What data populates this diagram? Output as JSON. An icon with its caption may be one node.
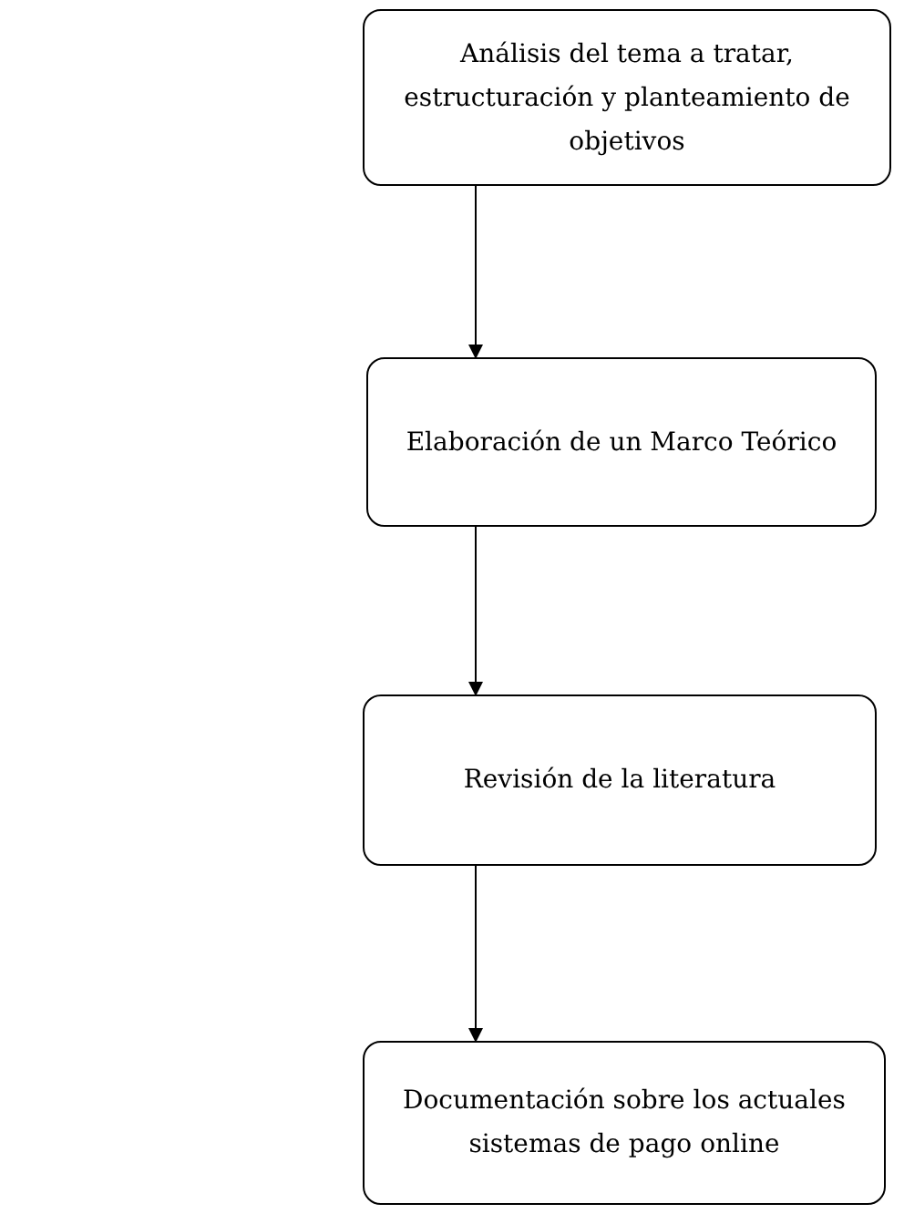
{
  "diagram": {
    "nodes": [
      {
        "text": [
          "Análisis del tema a tratar, estructuración y planteamiento de objetivos"
        ]
      },
      {
        "text": [
          "Elaboración de un Marco Teórico"
        ]
      },
      {
        "text": [
          "Revisión de la literatura"
        ]
      },
      {
        "text": [
          "Documentación sobre los actuales sistemas de pago online"
        ]
      }
    ],
    "edges": [
      {
        "from": 0,
        "to": 1,
        "arrow": "to"
      },
      {
        "from": 1,
        "to": 2,
        "arrow": "to"
      },
      {
        "from": 2,
        "to": 3,
        "arrow": "to"
      }
    ]
  }
}
